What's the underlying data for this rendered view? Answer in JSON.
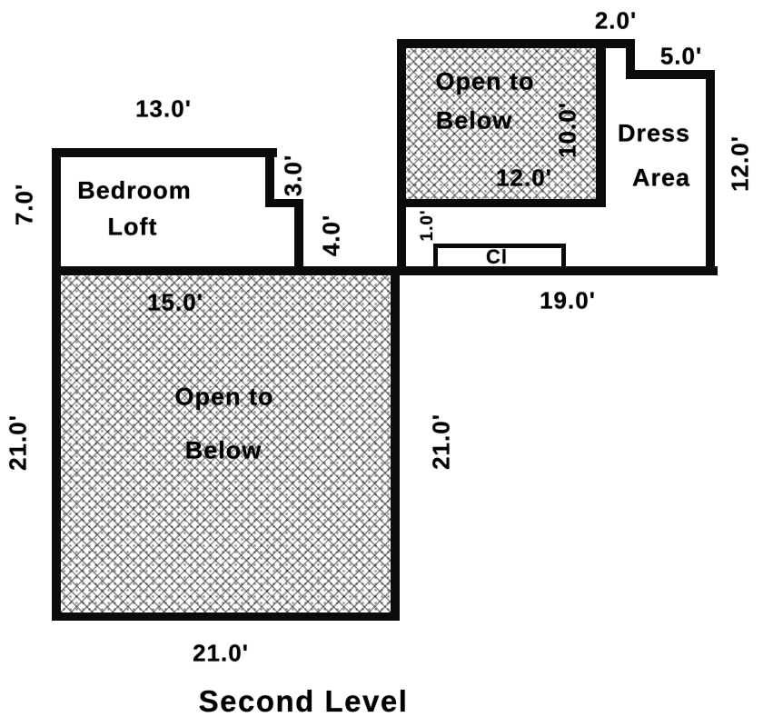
{
  "plan": {
    "title": "Second Level",
    "rooms": {
      "bedroom_loft": {
        "l1": "Bedroom",
        "l2": "Loft"
      },
      "open_below_upper": {
        "l1": "Open to",
        "l2": "Below"
      },
      "dress_area": {
        "l1": "Dress",
        "l2": "Area"
      },
      "open_below_main": {
        "l1": "Open to",
        "l2": "Below"
      },
      "closet_label": "Cl"
    },
    "dims": {
      "loft_top": "13.0'",
      "loft_left": "7.0'",
      "loft_notch": "3.0'",
      "loft_jog": "4.0'",
      "upper_step_top": "2.0'",
      "upper_step_right": "5.0'",
      "open_upper_height": "10.0'",
      "open_upper_width": "12.0'",
      "dress_right": "12.0'",
      "closet_jog": "1.0'",
      "hall_bottom": "19.0'",
      "open_main_top": "15.0'",
      "open_main_left": "21.0'",
      "open_main_right": "21.0'",
      "open_main_bottom": "21.0'"
    },
    "colors": {
      "wall": "#0b0b0b",
      "paper": "#ffffff",
      "ink": "#000000"
    }
  }
}
